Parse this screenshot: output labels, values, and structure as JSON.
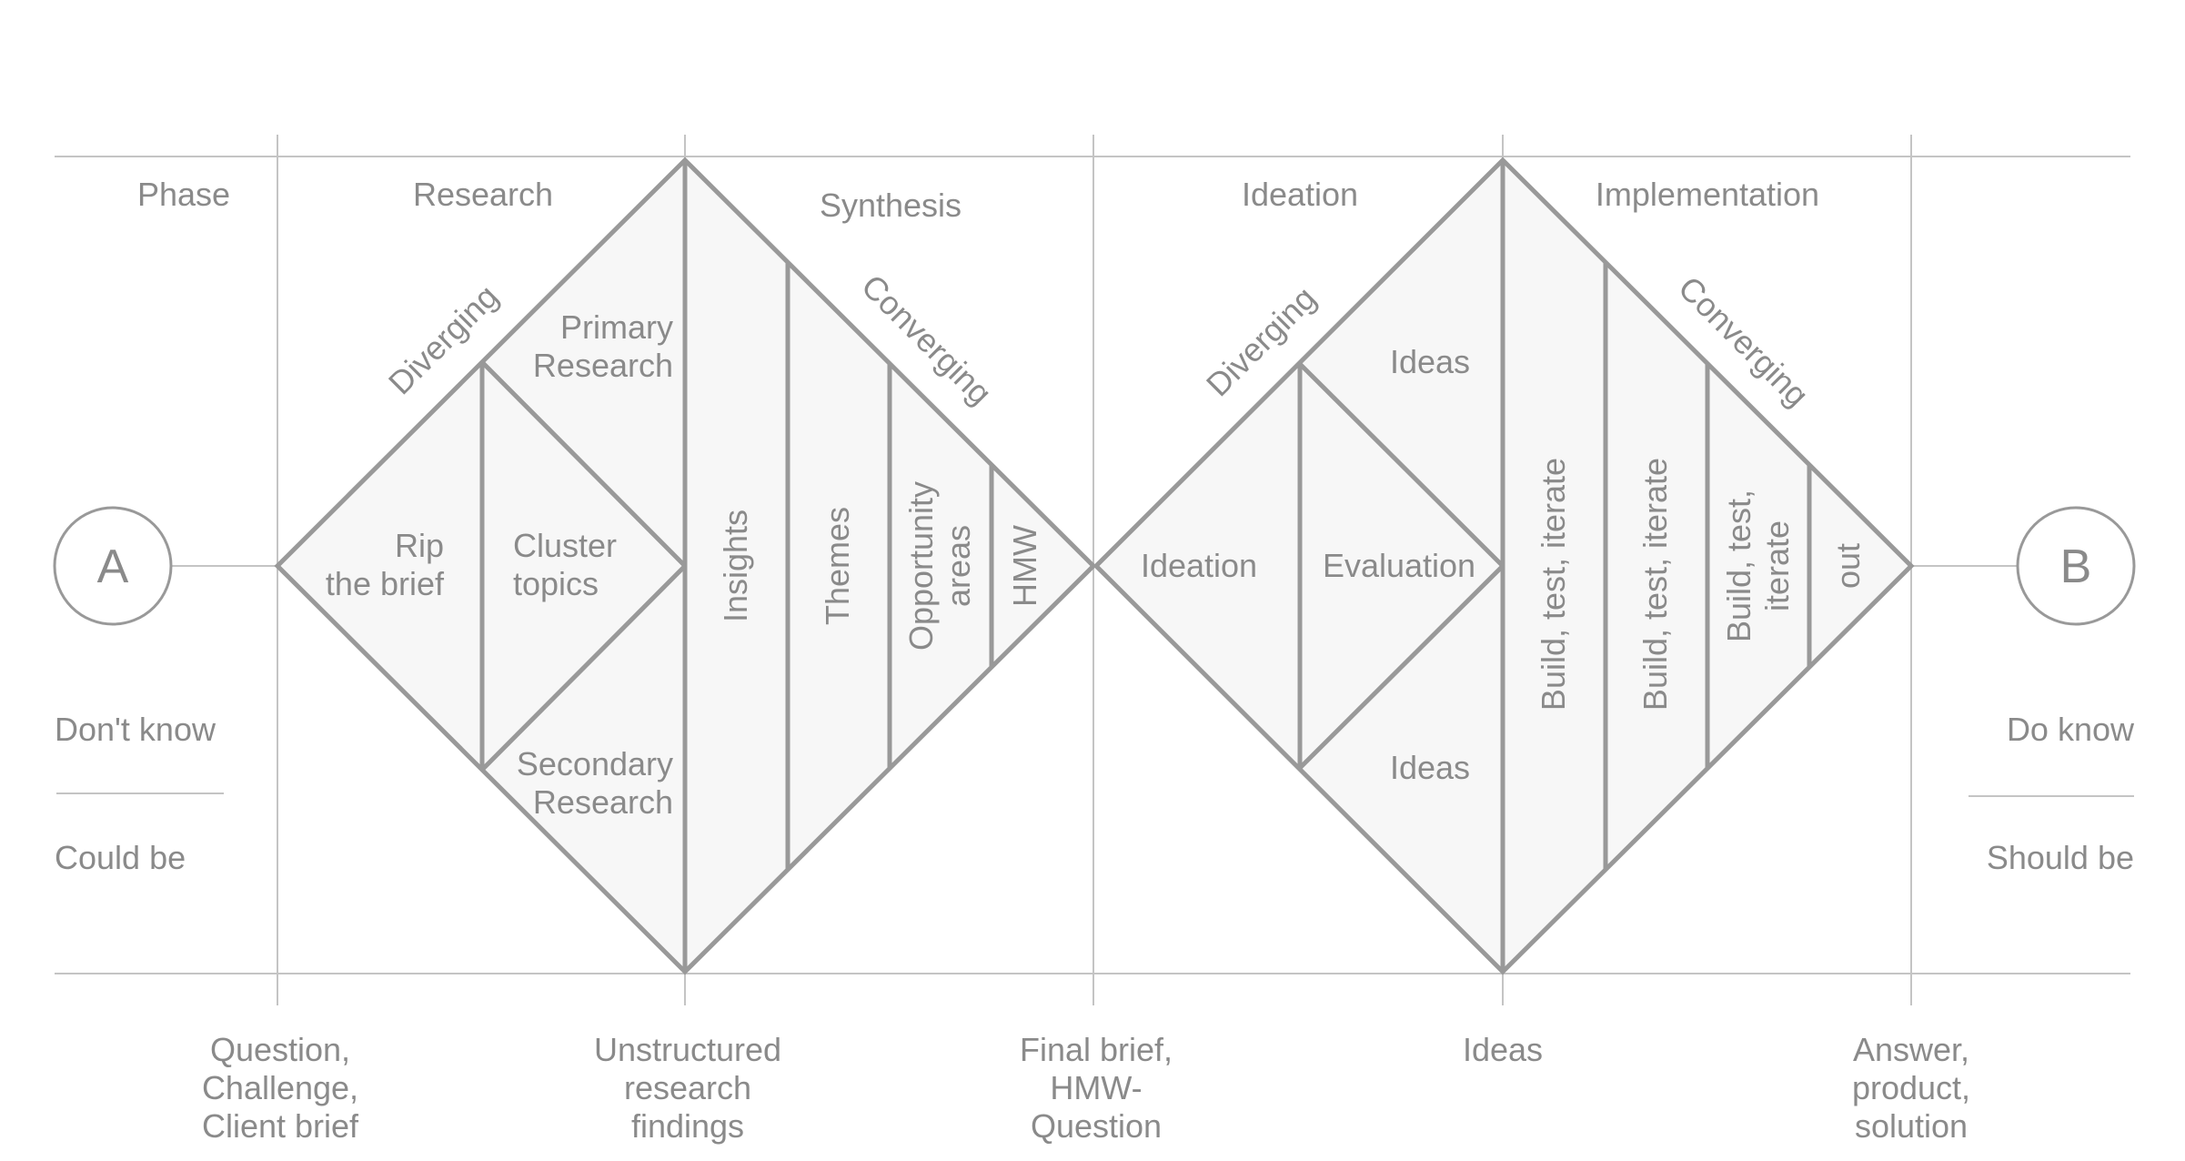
{
  "header": {
    "phase": "Phase",
    "research": "Research",
    "synthesis": "Synthesis",
    "ideation": "Ideation",
    "implementation": "Implementation"
  },
  "endpoints": {
    "start": "A",
    "end": "B"
  },
  "left_notes": {
    "top": "Don't know",
    "bottom": "Could be"
  },
  "right_notes": {
    "top": "Do know",
    "bottom": "Should be"
  },
  "diamond1": {
    "diverging": "Diverging",
    "converging": "Converging",
    "rip_brief": [
      "Rip",
      "the brief"
    ],
    "cluster_topics": [
      "Cluster",
      "topics"
    ],
    "primary_research": [
      "Primary",
      "Research"
    ],
    "secondary_research": [
      "Secondary",
      "Research"
    ],
    "insights": "Insights",
    "themes": "Themes",
    "opportunity_areas": [
      "Opportunity",
      "areas"
    ],
    "hmw": "HMW"
  },
  "diamond2": {
    "diverging": "Diverging",
    "converging": "Converging",
    "ideation": "Ideation",
    "evaluation": "Evaluation",
    "ideas_top": "Ideas",
    "ideas_bottom": "Ideas",
    "build1": "Build, test, iterate",
    "build2": "Build, test, iterate",
    "build3": [
      "Build, test,",
      "iterate"
    ],
    "out": "out"
  },
  "outputs": {
    "question": [
      "Question,",
      "Challenge,",
      "Client brief"
    ],
    "unstructured": [
      "Unstructured",
      "research",
      "findings"
    ],
    "final_brief": [
      "Final brief,",
      "HMW-",
      "Question"
    ],
    "ideas": [
      "Ideas"
    ],
    "answer": [
      "Answer,",
      "product,",
      "solution"
    ]
  }
}
